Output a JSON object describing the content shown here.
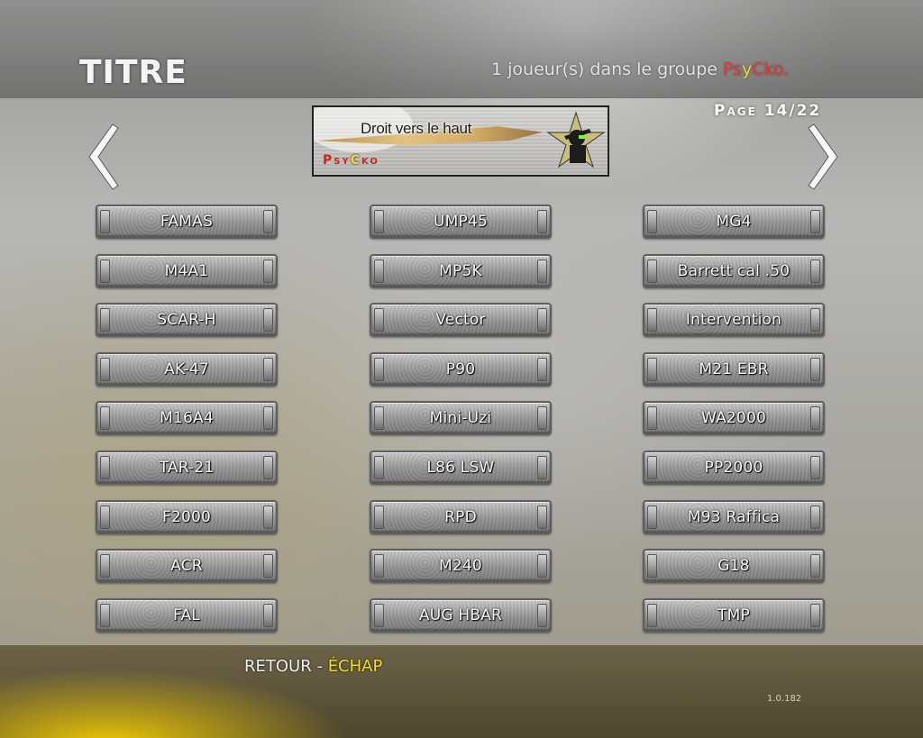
{
  "header": {
    "title": "TITRE",
    "group_prefix": "1 joueur(s) dans le groupe ",
    "group_name_parts": [
      "P",
      "s",
      "y",
      "C",
      "k",
      "o",
      "."
    ],
    "page_indicator": "Page 14/22"
  },
  "navigation": {
    "prev_icon": "chevron-left",
    "next_icon": "chevron-right"
  },
  "emblem": {
    "title": "Droit vers le haut",
    "clan_tag_parts": [
      "P",
      "s",
      "y",
      "C",
      "k",
      "o"
    ],
    "colors": {
      "red": "#d61f1f",
      "yellow": "#f6d640"
    }
  },
  "weapons": {
    "col1": [
      "FAMAS",
      "M4A1",
      "SCAR-H",
      "AK-47",
      "M16A4",
      "TAR-21",
      "F2000",
      "ACR",
      "FAL"
    ],
    "col2": [
      "UMP45",
      "MP5K",
      "Vector",
      "P90",
      "Mini-Uzi",
      "L86 LSW",
      "RPD",
      "M240",
      "AUG HBAR"
    ],
    "col3": [
      "MG4",
      "Barrett cal .50",
      "Intervention",
      "M21 EBR",
      "WA2000",
      "PP2000",
      "M93 Raffica",
      "G18",
      "TMP"
    ]
  },
  "footer": {
    "back_label": "RETOUR",
    "separator": " - ",
    "back_key": "ÉCHAP",
    "version": "1.0.182"
  },
  "colors": {
    "accent_yellow": "#f2e020",
    "group_red": "#e23d3d"
  }
}
